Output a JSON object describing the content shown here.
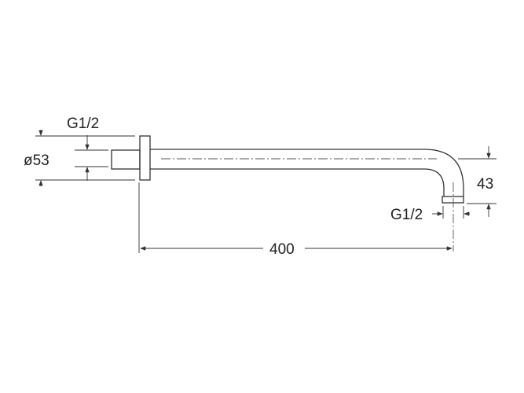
{
  "drawing": {
    "inlet_thread_label": "G1/2",
    "flange_diameter_label": "ø53",
    "length_label": "400",
    "drop_label": "43",
    "outlet_thread_label": "G1/2"
  }
}
